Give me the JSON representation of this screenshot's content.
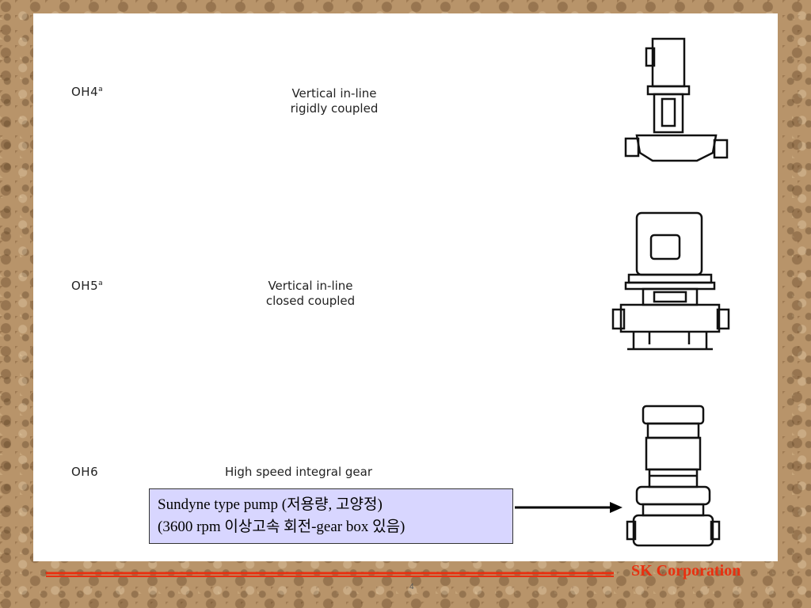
{
  "rows": [
    {
      "code": "OH4",
      "sup": "a",
      "desc_line1": "Vertical in-line",
      "desc_line2": "rigidly coupled"
    },
    {
      "code": "OH5",
      "sup": "a",
      "desc_line1": "Vertical in-line",
      "desc_line2": "closed coupled"
    },
    {
      "code": "OH6",
      "sup": "",
      "desc_line1": "High speed integral gear",
      "desc_line2": ""
    }
  ],
  "callout": {
    "line1": "Sundyne type  pump (저용량, 고양정)",
    "line2": "(3600 rpm 이상고속 회전-gear box 있음)"
  },
  "footer": {
    "corporation": "SK Corporation",
    "page_number": "4"
  },
  "colors": {
    "footer_line": "#e83010",
    "callout_bg": "#d8d6ff",
    "slide_bg": "#ffffff"
  }
}
